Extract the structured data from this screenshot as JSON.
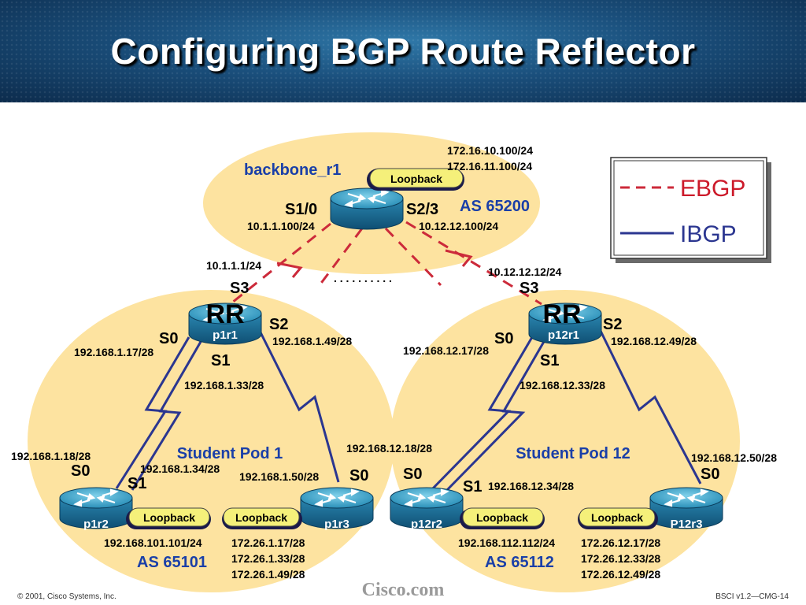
{
  "title": "Configuring BGP Route Reflector",
  "colors": {
    "ebgp": "#cc2a3a",
    "ibgp": "#2b3690",
    "pod_fill": "#fde3a0",
    "router_fill": "#1f7fa8",
    "loopback_fill": "#f5f07a",
    "label_blue": "#1a3fa8"
  },
  "legend": {
    "ebgp": "EBGP",
    "ibgp": "IBGP"
  },
  "backbone": {
    "name": "backbone_r1",
    "as": "AS 65200",
    "loopback": "Loopback",
    "loopback_ips": [
      "172.16.10.100/24",
      "172.16.11.100/24"
    ],
    "s10_label": "S1/0",
    "s10_ip": "10.1.1.100/24",
    "s23_label": "S2/3",
    "s23_ip": "10.12.12.100/24",
    "dots": ". . . . . . . . . ."
  },
  "pod1": {
    "name": "Student Pod 1",
    "as": "AS 65101",
    "rr": {
      "name": "p1r1",
      "badge": "RR",
      "s3_label": "S3",
      "s3_ip": "10.1.1.1/24",
      "s0_label": "S0",
      "s0_ip": "192.168.1.17/28",
      "s1_label": "S1",
      "s1_ip": "192.168.1.33/28",
      "s2_label": "S2",
      "s2_ip": "192.168.1.49/28"
    },
    "r2": {
      "name": "p1r2",
      "s0_label": "S0",
      "s0_ip": "192.168.1.18/28",
      "s1_label": "S1",
      "s1_ip": "192.168.1.34/28",
      "loopback": "Loopback",
      "loopback_ip": "192.168.101.101/24"
    },
    "r3": {
      "name": "p1r3",
      "s0_label": "S0",
      "s0_ip": "192.168.1.50/28",
      "loopback": "Loopback",
      "loopback_ips": [
        "172.26.1.17/28",
        "172.26.1.33/28",
        "172.26.1.49/28"
      ]
    }
  },
  "pod12": {
    "name": "Student Pod 12",
    "as": "AS 65112",
    "rr": {
      "name": "p12r1",
      "badge": "RR",
      "s3_label": "S3",
      "s3_ip": "10.12.12.12/24",
      "s0_label": "S0",
      "s0_ip": "192.168.12.17/28",
      "s1_label": "S1",
      "s1_ip": "192.168.12.33/28",
      "s2_label": "S2",
      "s2_ip": "192.168.12.49/28"
    },
    "r2": {
      "name": "p12r2",
      "s0_label": "S0",
      "s0_ip": "192.168.12.18/28",
      "s1_label": "S1",
      "s1_ip": "192.168.12.34/28",
      "loopback": "Loopback",
      "loopback_ip": "192.168.112.112/24"
    },
    "r3": {
      "name": "P12r3",
      "s0_label": "S0",
      "s0_ip": "192.168.12.50/28",
      "loopback": "Loopback",
      "loopback_ips": [
        "172.26.12.17/28",
        "172.26.12.33/28",
        "172.26.12.49/28"
      ]
    }
  },
  "footer": {
    "copyright": "© 2001, Cisco Systems, Inc.",
    "logo": "Cisco.com",
    "course": "BSCI v1.2—CMG-14"
  }
}
